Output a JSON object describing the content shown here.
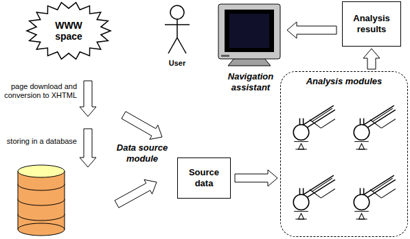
{
  "diagram": {
    "nodes": [
      {
        "text": [
          "WWW space"
        ]
      },
      {
        "text": [
          "Analysis results"
        ]
      },
      {
        "text": [
          "Source data"
        ]
      },
      {
        "text": [
          "Analysis modules"
        ]
      }
    ],
    "edges": [
      {
        "from": 2,
        "to": 3,
        "arrow": "to"
      },
      {
        "from": 3,
        "to": 1,
        "arrow": "to"
      }
    ],
    "labels": [
      "page download and conversion to XHTML",
      "storing in a database",
      "Data source module",
      "User",
      "Navigation assistant"
    ]
  }
}
